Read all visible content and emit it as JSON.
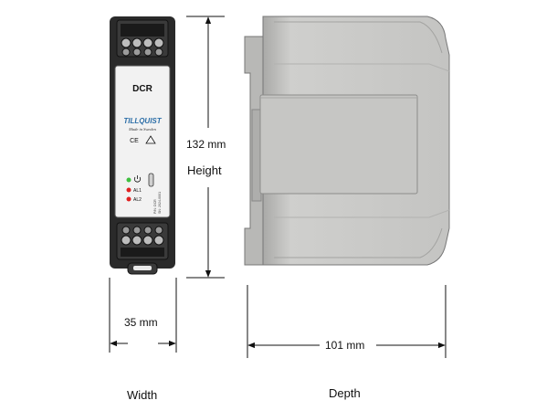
{
  "front_device": {
    "model_label": "DCR",
    "brand_logo": "TILLQUIST",
    "brand_tagline": "Made in Sweden",
    "marks": [
      "CE-mark-icon",
      "warning-triangle-icon"
    ],
    "leds": [
      {
        "label": "",
        "icon": "power-icon",
        "color": "#3fbf3f"
      },
      {
        "label": "AL1",
        "color": "#e02020"
      },
      {
        "label": "AL2",
        "color": "#e02020"
      }
    ],
    "side_label_lines": [
      "P/N: DCR",
      "SN: 2024-0001"
    ]
  },
  "dimensions": {
    "height_value": "132 mm",
    "height_caption": "Height",
    "width_value": "35 mm",
    "width_caption": "Width",
    "depth_value": "101 mm",
    "depth_caption": "Depth"
  },
  "colors": {
    "housing_dark": "#2a2a2a",
    "front_panel": "#f2f2f2",
    "side_housing": "#c9c9c7",
    "side_shadow": "#9a9a98",
    "logo_blue": "#2d6fa8"
  }
}
